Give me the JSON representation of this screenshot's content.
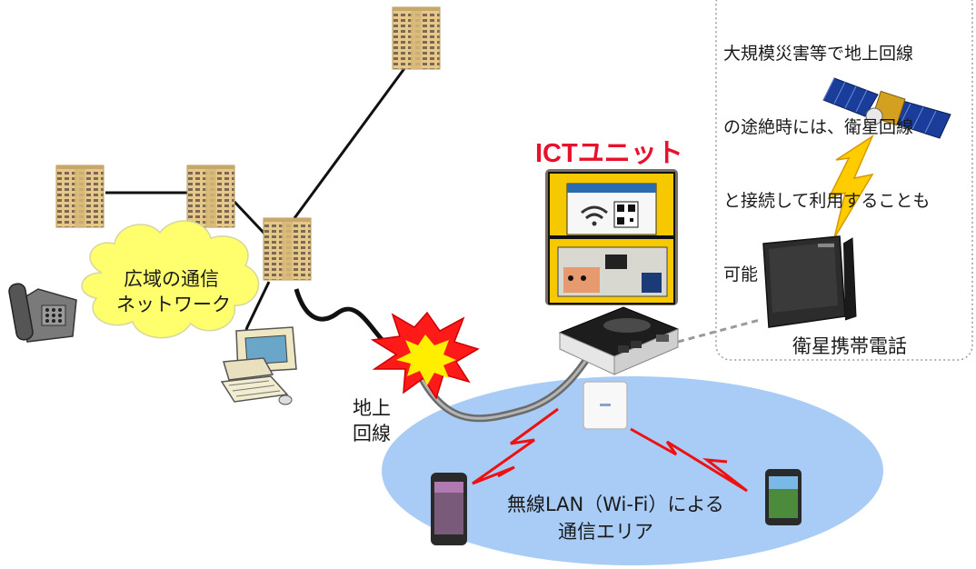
{
  "satellite_note": {
    "lines": [
      "大規模災害等で地上回線",
      "の途絶時には、衛星回線",
      "と接続して利用することも",
      "可能"
    ],
    "full_text": "大規模災害等で地上回線の途絶時には、衛星回線と接続して利用することも可能"
  },
  "ict_unit": {
    "title": "ICTユニット"
  },
  "satellite_phone": {
    "label": "衛星携帯電話"
  },
  "network_cloud": {
    "line1": "広域の通信",
    "line2": "ネットワーク"
  },
  "ground_line": {
    "line1": "地上",
    "line2": "回線"
  },
  "wifi_area": {
    "line1": "無線LAN（Wi-Fi）による",
    "line2": "通信エリア"
  },
  "colors": {
    "ict_title": "#e8102a",
    "wifi_area": "#a8ccf5",
    "cloud": "#ffff6e",
    "burst": "#ff1a1a",
    "burst_inner": "#ffee00",
    "lightning_wifi": "#ee1111",
    "lightning_sat": "#ffcc00",
    "building": "#e6c98a",
    "dashed_box": "#9a9a9a"
  },
  "icons": [
    "building-icon",
    "telephone-icon",
    "computer-icon",
    "ict-unit-case-icon",
    "mini-pc-router-icon",
    "access-point-icon",
    "smartphone-icon",
    "satellite-icon",
    "satellite-phone-icon",
    "explosion-burst-icon",
    "lightning-icon"
  ]
}
